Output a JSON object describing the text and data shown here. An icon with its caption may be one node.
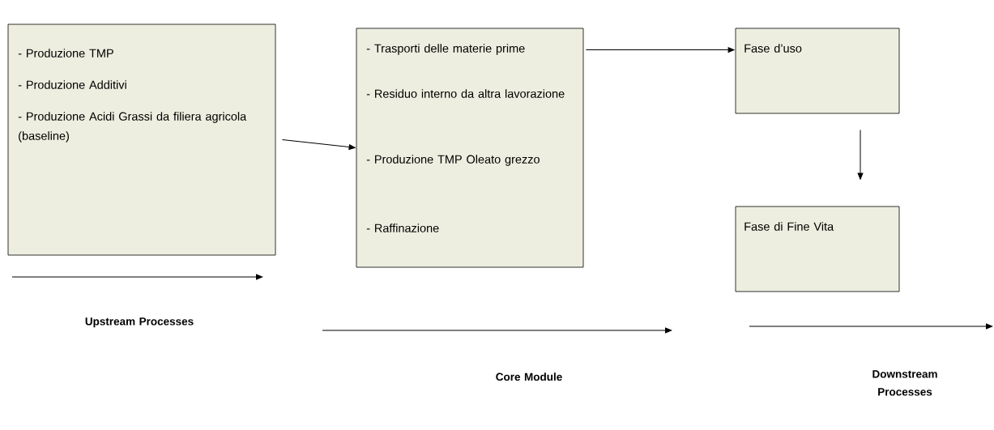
{
  "diagram": {
    "nodes": [
      {
        "text": [
          "- Produzione TMP",
          "- Produzione Additivi",
          "- Produzione Acidi Grassi da filiera agricola (baseline)"
        ]
      },
      {
        "text": [
          "- Trasporti delle materie prime",
          "- Residuo interno da altra lavorazione",
          "- Produzione TMP Oleato grezzo",
          "- Raffinazione"
        ]
      },
      {
        "text": [
          "Fase d’uso"
        ]
      },
      {
        "text": [
          "Fase di Fine Vita"
        ]
      }
    ],
    "edges": [
      {
        "from": 0,
        "to": 1,
        "arrow": "to"
      },
      {
        "from": 1,
        "to": 2,
        "arrow": "to"
      },
      {
        "from": 2,
        "to": 3,
        "arrow": "to"
      }
    ],
    "labels": [
      "Upstream Processes",
      "Core Module",
      "Downstream Processes"
    ]
  }
}
